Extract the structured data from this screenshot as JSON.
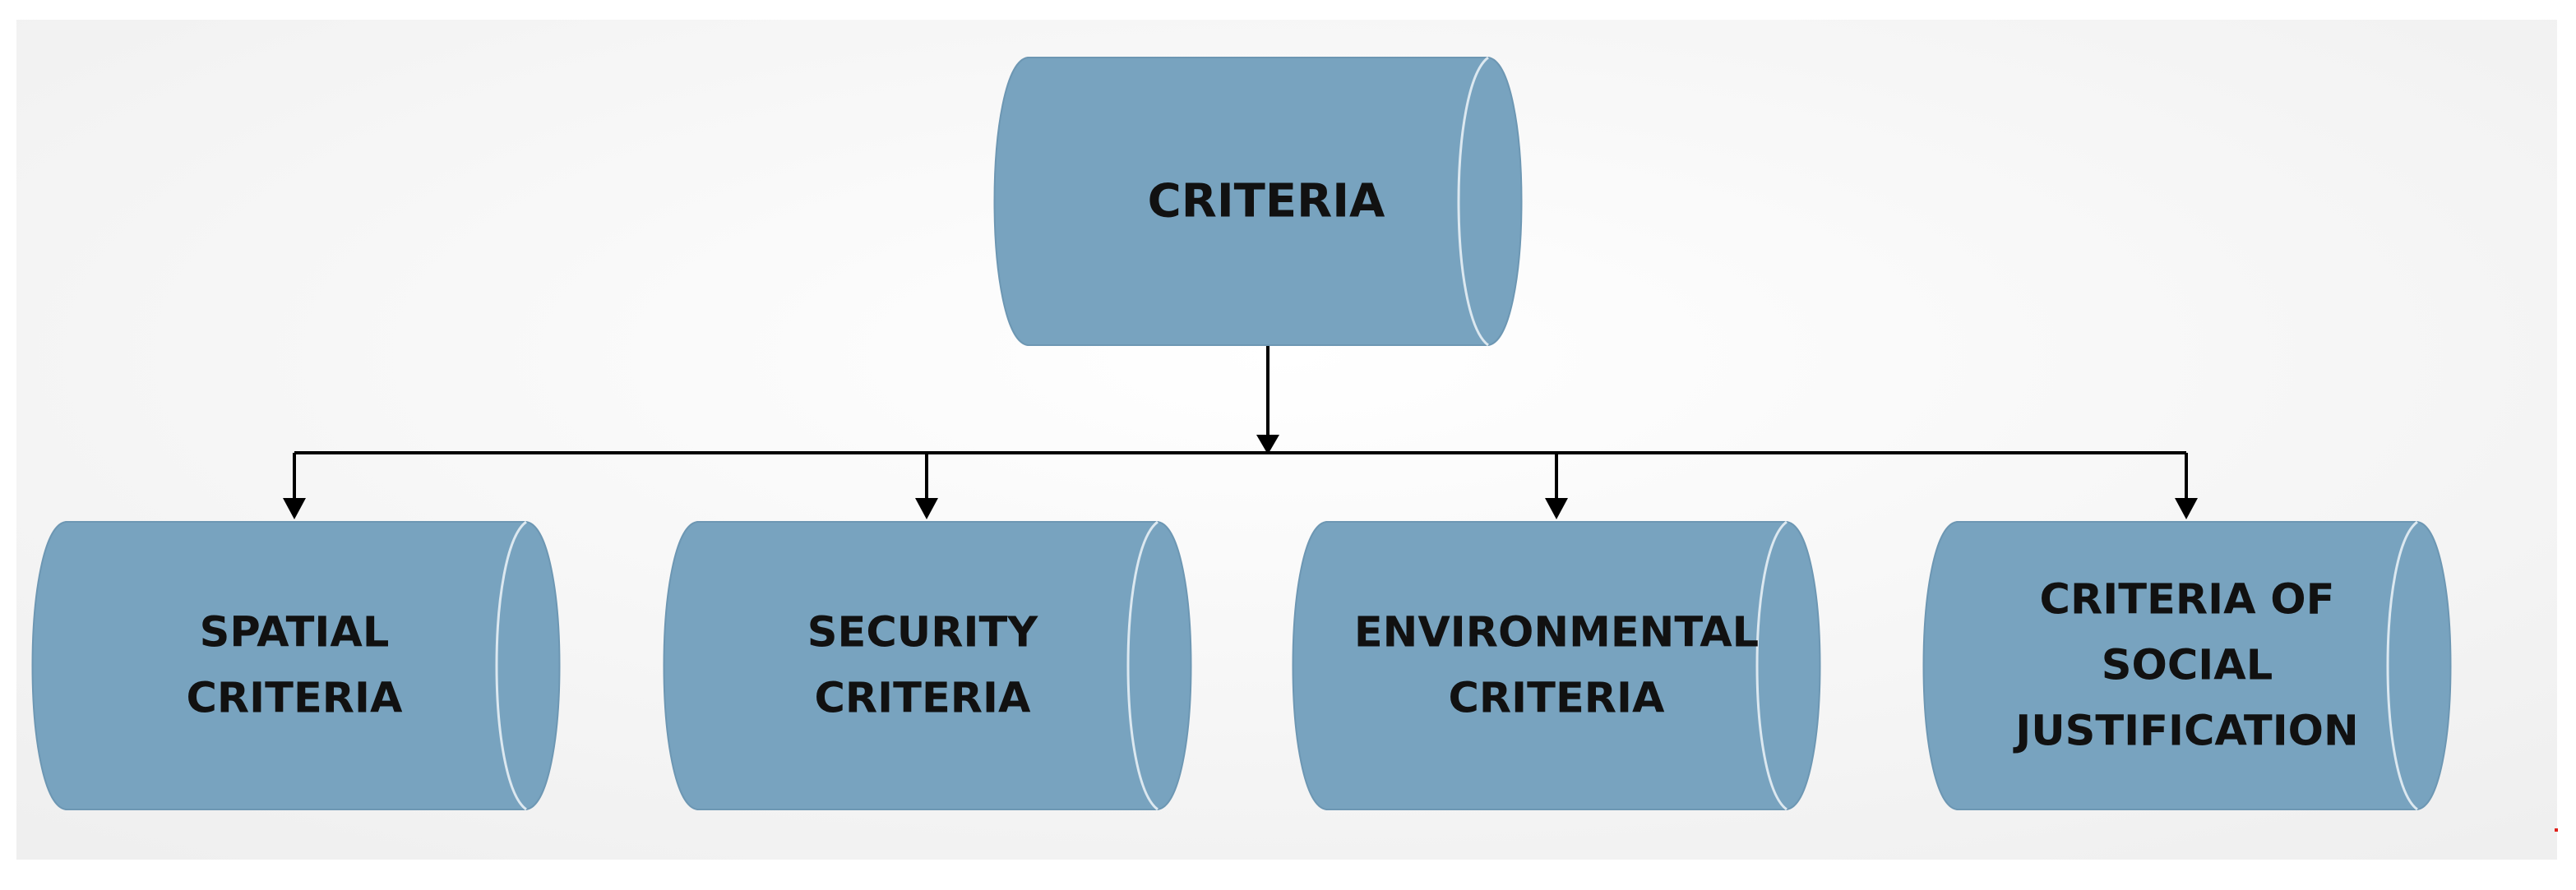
{
  "diagram": {
    "root": {
      "lines": [
        "CRITERIA"
      ]
    },
    "children": [
      {
        "lines": [
          "SPATIAL",
          "CRITERIA"
        ]
      },
      {
        "lines": [
          "SECURITY",
          "CRITERIA"
        ]
      },
      {
        "lines": [
          "ENVIRONMENTAL",
          "CRITERIA"
        ]
      },
      {
        "lines": [
          "CRITERIA OF",
          "SOCIAL",
          "JUSTIFICATION"
        ]
      }
    ]
  },
  "colors": {
    "node_fill": "#78a3bf",
    "node_edge_highlight": "#dce8f0",
    "connector": "#000000",
    "background_center": "#ffffff",
    "background_edge": "#f2f2f2"
  }
}
